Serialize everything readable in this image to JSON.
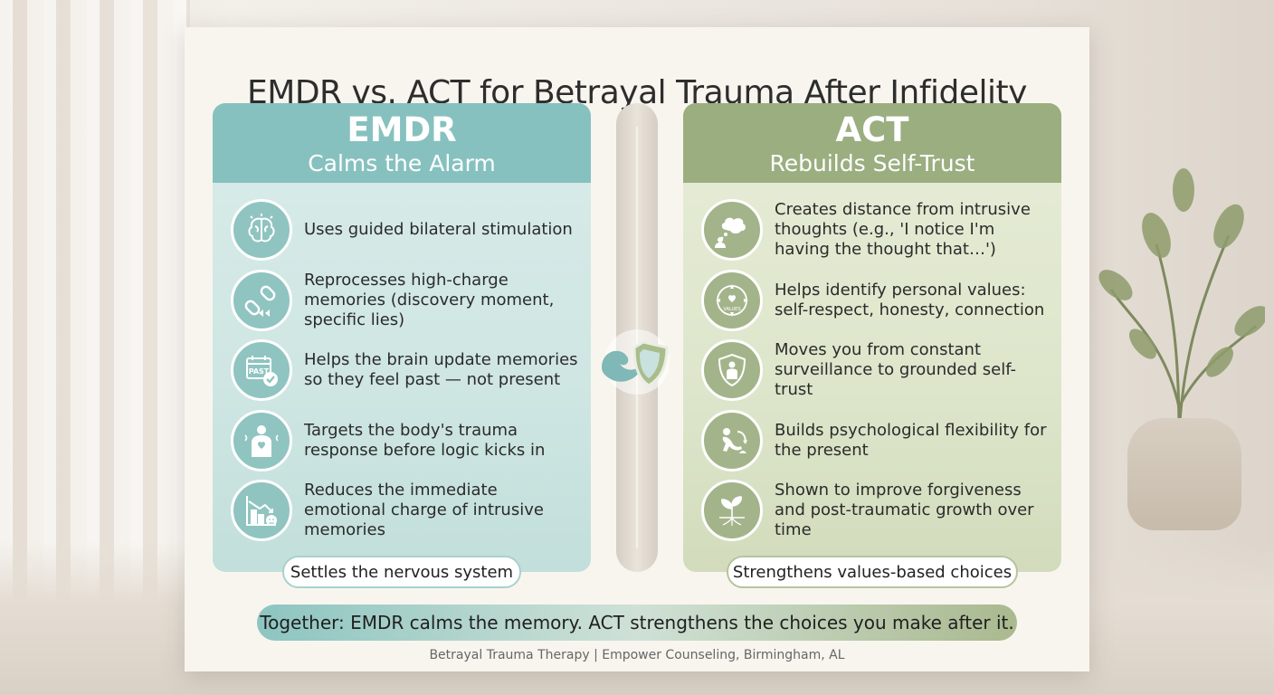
{
  "title": "EMDR vs. ACT for Betrayal Trauma After Infidelity",
  "emdr": {
    "name": "EMDR",
    "subtitle": "Calms the Alarm",
    "items": [
      {
        "icon": "brain-icon",
        "text": "Uses guided bilateral stimulation"
      },
      {
        "icon": "broken-link-rewind-icon",
        "text": "Reprocesses high-charge memories (discovery moment, specific lies)"
      },
      {
        "icon": "past-calendar-icon",
        "text": "Helps the brain update memories so they feel past — not present"
      },
      {
        "icon": "body-heart-icon",
        "text": "Targets the body's trauma response before logic kicks in"
      },
      {
        "icon": "declining-chart-icon",
        "text": "Reduces the immediate emotional charge of intrusive memories"
      }
    ],
    "icon_labels": {
      "past": "PAST"
    },
    "pill": "Settles the nervous system",
    "color": "#86c1bf"
  },
  "act": {
    "name": "ACT",
    "subtitle": "Rebuilds Self-Trust",
    "items": [
      {
        "icon": "thought-bubble-icon",
        "text": "Creates distance from intrusive thoughts (e.g., 'I notice I'm having the thought that…')"
      },
      {
        "icon": "values-compass-icon",
        "text": "Helps identify personal values: self-respect, honesty, connection"
      },
      {
        "icon": "person-shield-icon",
        "text": "Moves you from constant surveillance to grounded self-trust"
      },
      {
        "icon": "flexible-figure-icon",
        "text": "Builds psychological flexibility for the present"
      },
      {
        "icon": "sprouting-plant-icon",
        "text": "Shown to improve forgiveness and post-traumatic growth over time"
      }
    ],
    "icon_labels": {
      "values": "VALUES"
    },
    "pill": "Strengthens values-based choices",
    "color": "#9bae80"
  },
  "bottom_banner": "Together: EMDR calms the memory. ACT strengthens the choices you make after it.",
  "credit": "Betrayal Trauma Therapy | Empower Counseling, Birmingham, AL"
}
